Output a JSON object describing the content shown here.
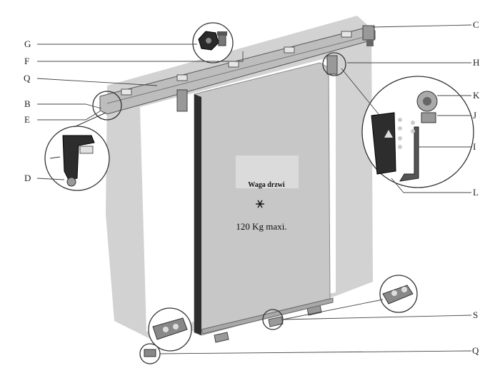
{
  "door": {
    "weight_title": "Waga drzwi",
    "weight_value": "120 Kg maxi."
  },
  "labels": {
    "G": "G",
    "F": "F",
    "Q_top": "Q",
    "B": "B",
    "E": "E",
    "D": "D",
    "C": "C",
    "H": "H",
    "K": "K",
    "J": "J",
    "I": "I",
    "L": "L",
    "S": "S",
    "Q_bottom": "Q"
  },
  "colors": {
    "wall": "#d0d0d0",
    "door": "#c9c9c9",
    "rail": "#b4b4b4",
    "line": "#444444"
  }
}
